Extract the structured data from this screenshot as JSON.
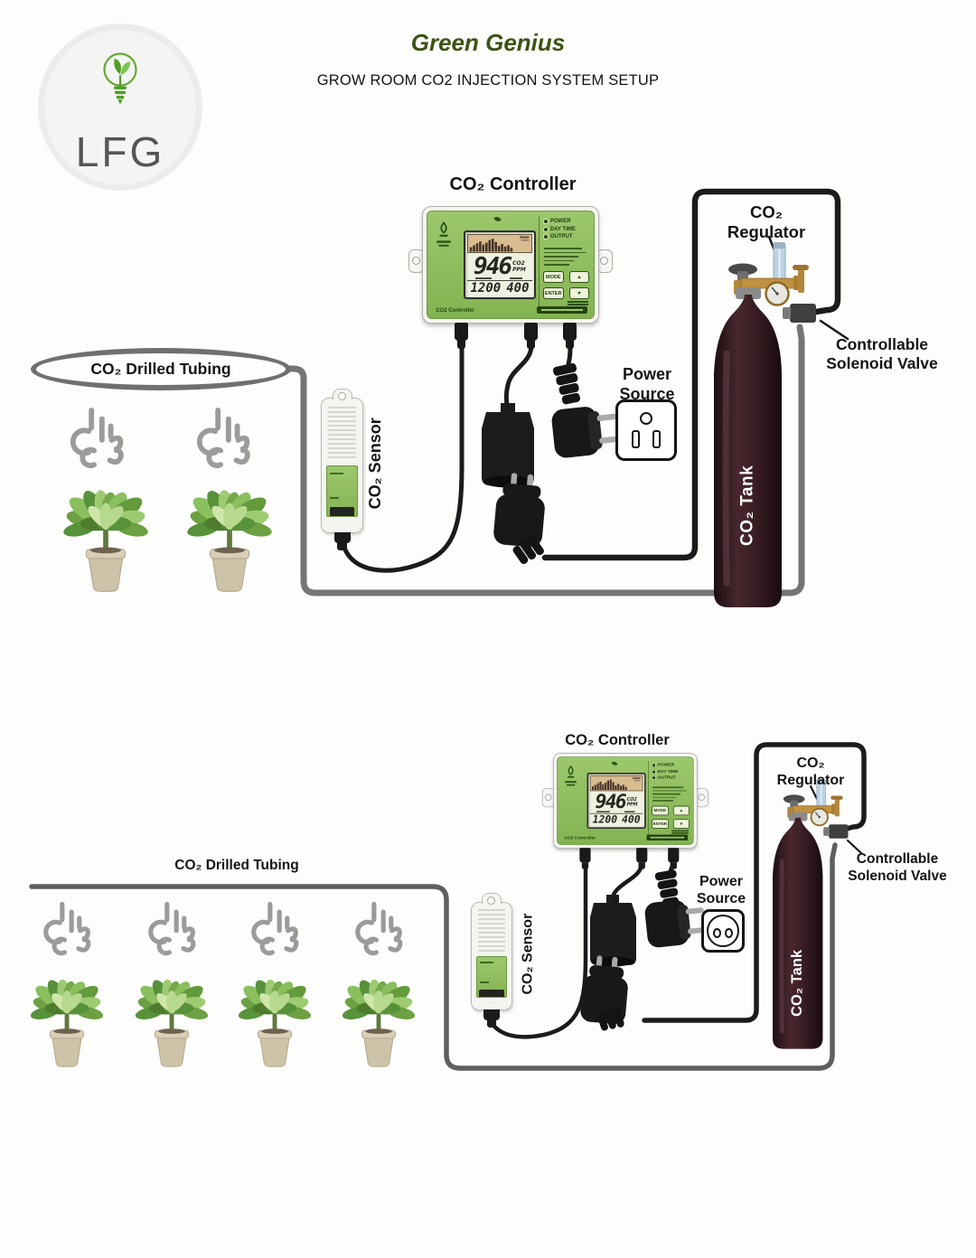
{
  "header": {
    "logo_text": "LFG",
    "title": "Green Genius",
    "subtitle": "GROW ROOM CO2 INJECTION SYSTEM SETUP"
  },
  "labels": {
    "controller": "CO₂ Controller",
    "regulator": [
      "CO₂",
      "Regulator"
    ],
    "solenoid": [
      "Controllable",
      "Solenoid Valve"
    ],
    "power": [
      "Power",
      "Source"
    ],
    "tank": "CO₂ Tank",
    "sensor": "CO₂ Sensor",
    "tubing": "CO₂ Drilled Tubing"
  },
  "controller_panel": {
    "leds": [
      "POWER",
      "DAY TIME",
      "OUTPUT"
    ],
    "buttons": [
      "MODE",
      "▲",
      "ENTER",
      "▼"
    ],
    "display": {
      "ppm": "946",
      "gas": "CO2",
      "unit": "PPM",
      "low": "1200",
      "high": "400"
    },
    "footer": "CO2 Controller"
  },
  "colors": {
    "controller_green": "#8cbf5e",
    "tank_maroon": "#35191f",
    "brass": "#c09140",
    "tube_gray": "#757575",
    "cable_black": "#1b1b1b",
    "lcd_tan": "#d9bd90",
    "title_green": "#3d5214"
  }
}
